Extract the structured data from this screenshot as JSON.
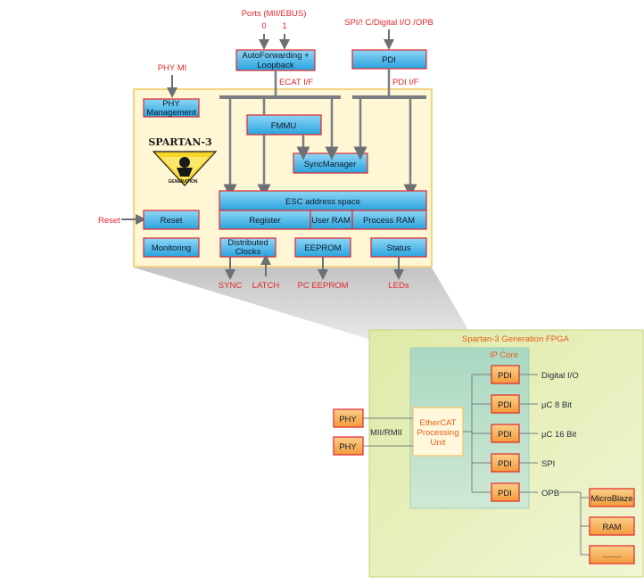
{
  "top": {
    "ports_label": "Ports (MII/EBUS)",
    "port0": "0",
    "port1": "1",
    "spi_label": "SPI/! C/Digital I/O /OPB",
    "phy_mi": "PHY MI",
    "autoforward_line1": "AutoForwarding +",
    "autoforward_line2": "Loopback",
    "pdi_top": "PDI",
    "ecat_if": "ECAT I/F",
    "pdi_if": "PDI I/F",
    "phy_mgmt_line1": "PHY",
    "phy_mgmt_line2": "Management",
    "fmmu": "FMMU",
    "sync_manager": "SyncManager",
    "esc_address_space": "ESC address space",
    "register": "Register",
    "user_ram": "User RAM",
    "process_ram": "Process RAM",
    "reset": "Reset",
    "reset_box": "Reset",
    "monitoring": "Monitoring",
    "dist_clocks_line1": "Distributed",
    "dist_clocks_line2": "Clocks",
    "eeprom": "EEPROM",
    "status": "Status",
    "sync": "SYNC",
    "latch": "LATCH",
    "pc_eeprom": "PC EEPROM",
    "leds": "LEDs",
    "logo_text": "SPARTAN-3",
    "logo_sub": "GENERATION"
  },
  "bottom": {
    "fpga_title": "Spartan-3 Generation FPGA",
    "ip_core": "IP Core",
    "phy1": "PHY",
    "phy2": "PHY",
    "mii_rmii": "MII/RMII",
    "ethercat_line1": "EtherCAT",
    "ethercat_line2": "Processing",
    "ethercat_line3": "Unit",
    "pdi_labels": [
      "PDI",
      "PDI",
      "PDI",
      "PDI",
      "PDI"
    ],
    "pdi_outputs": [
      "Digital I/O",
      "µC 8 Bit",
      "µC 16 Bit",
      "SPI",
      "OPB"
    ],
    "microblaze": "MicroBlaze",
    "ram": "RAM",
    "dots": "........"
  },
  "colors": {
    "red_label": "#e3262b",
    "blue_box": "#3fb4e8",
    "yellow_panel": "#fff6d6",
    "green_panel": "#e2ecb4",
    "teal_panel": "#bfe0cf",
    "orange_box": "#f7a24a"
  }
}
